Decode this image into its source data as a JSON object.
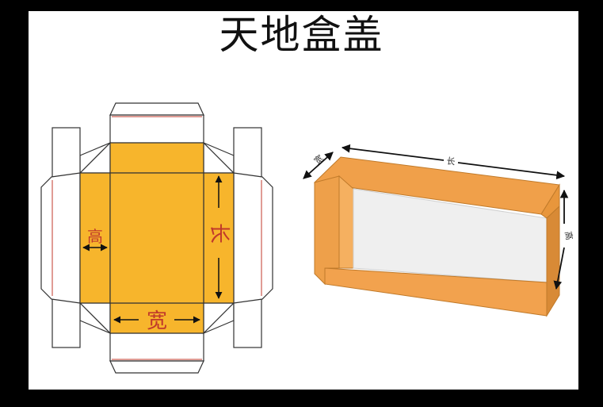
{
  "title": "天地盒盖",
  "net": {
    "label_height": "高",
    "label_length": "长",
    "label_width": "宽"
  },
  "box3d": {
    "label_height": "高",
    "label_length": "长",
    "label_depth": "宽"
  },
  "colors": {
    "page_border": "#000000",
    "background": "#ffffff",
    "panel_yellow": "#f7b52c",
    "box_orange": "#f0a04a",
    "outline": "#333333",
    "crease_red": "#c0392b",
    "label_red": "#c0392b"
  }
}
